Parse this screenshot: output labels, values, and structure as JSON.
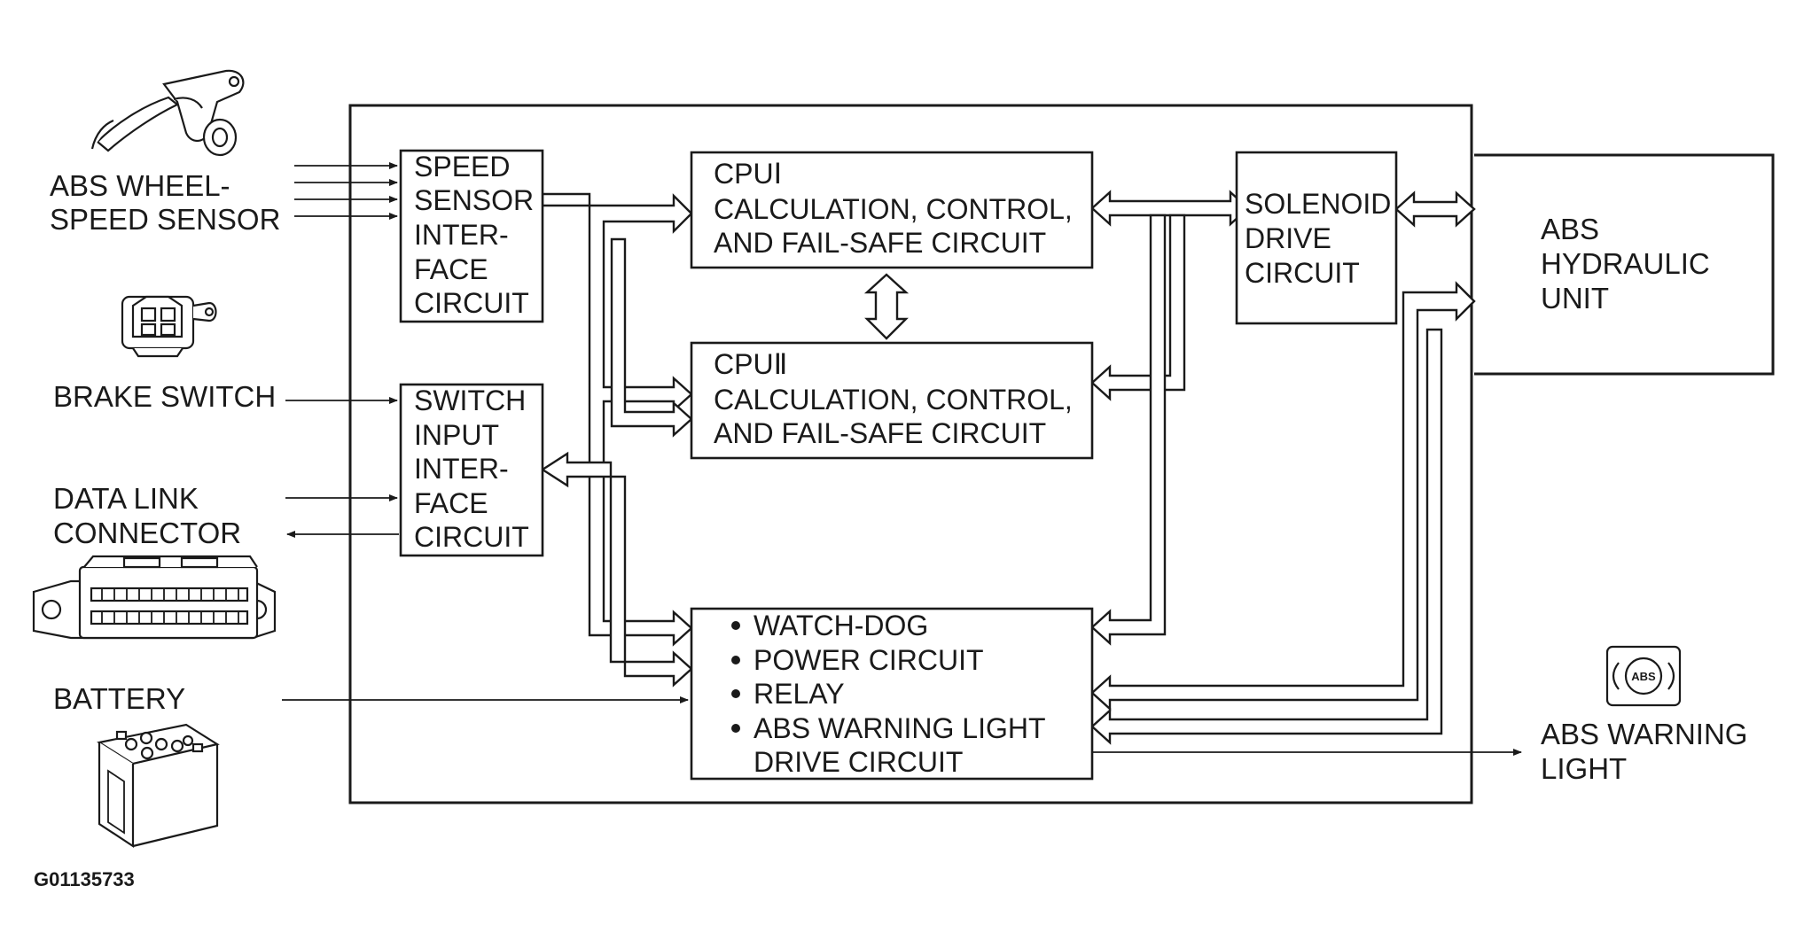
{
  "inputs": {
    "wheel_sensor": [
      "ABS WHEEL-",
      "SPEED SENSOR"
    ],
    "brake_switch": "BRAKE SWITCH",
    "data_link": [
      "DATA LINK",
      "CONNECTOR"
    ],
    "battery": "BATTERY"
  },
  "blocks": {
    "speed_sensor_interface": [
      "SPEED",
      "SENSOR",
      "INTER-",
      "FACE",
      "CIRCUIT"
    ],
    "switch_input_interface": [
      "SWITCH",
      "INPUT",
      "INTER-",
      "FACE",
      "CIRCUIT"
    ],
    "cpu1": [
      "CPUⅠ",
      "CALCULATION, CONTROL,",
      "AND FAIL-SAFE CIRCUIT"
    ],
    "cpu2": [
      "CPUⅡ",
      "CALCULATION, CONTROL,",
      "AND FAIL-SAFE CIRCUIT"
    ],
    "solenoid_drive": [
      "SOLENOID",
      "DRIVE",
      "CIRCUIT"
    ],
    "watchdog_items": [
      "WATCH-DOG",
      "POWER CIRCUIT",
      "RELAY",
      "ABS WARNING LIGHT"
    ],
    "watchdog_tail": "DRIVE CIRCUIT"
  },
  "outputs": {
    "hydraulic_unit": [
      "ABS",
      "HYDRAULIC",
      "UNIT"
    ],
    "warning_light": [
      "ABS WARNING",
      "LIGHT"
    ],
    "warning_icon_text": "ABS"
  },
  "figure_id": "G01135733"
}
